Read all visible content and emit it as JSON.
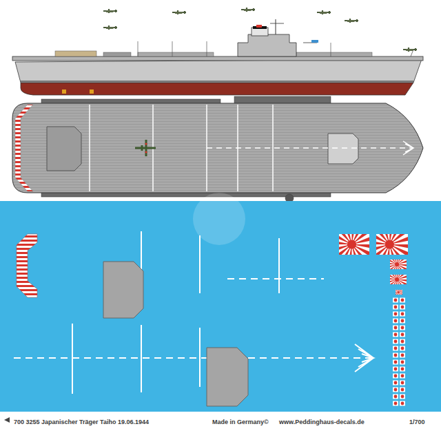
{
  "diagram": {
    "labels": [
      "700 3255 Japanischer Träger Taiho 19.06.1944",
      "Made in Germany©",
      "www.Peddinghaus-decals.de",
      "1/700"
    ]
  }
}
